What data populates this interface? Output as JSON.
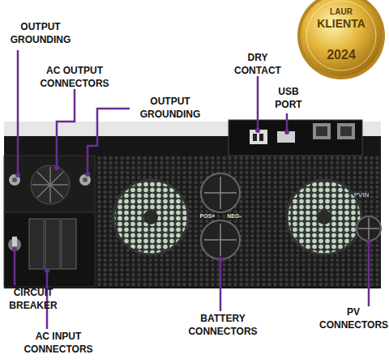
{
  "diagram": {
    "labels": [
      "OUTPUT GROUNDING",
      "AC OUTPUT CONNECTORS",
      "OUTPUT GROUNDING",
      "DRY CONTACT",
      "USB PORT",
      "CIRCUIT BREAKER",
      "AC INPUT CONNECTORS",
      "BATTERY CONNECTORS",
      "PV CONNECTORS",
      "POS+",
      "NEG-",
      "PVIN",
      "LAUR",
      "KLIENTA",
      "2024"
    ]
  }
}
